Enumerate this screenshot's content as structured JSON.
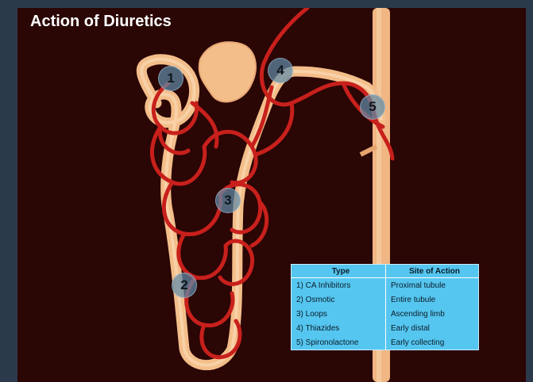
{
  "title": "Action of Diuretics",
  "colors": {
    "background": "#2a0605",
    "tubule": "#f3be8a",
    "vessel": "#c8201c",
    "legend": "#55c6f0"
  },
  "markers": [
    {
      "label": "1",
      "site": "proximal-tubule"
    },
    {
      "label": "2",
      "site": "descending-limb"
    },
    {
      "label": "3",
      "site": "ascending-limb"
    },
    {
      "label": "4",
      "site": "early-distal"
    },
    {
      "label": "5",
      "site": "collecting-duct"
    }
  ],
  "legend": {
    "headers": [
      "Type",
      "Site of Action"
    ],
    "rows": [
      [
        "1) CA Inhibitors",
        "Proximal tubule"
      ],
      [
        "2) Osmotic",
        "Entire tubule"
      ],
      [
        "3) Loops",
        "Ascending limb"
      ],
      [
        "4) Thiazides",
        "Early distal"
      ],
      [
        "5) Spironolactone",
        "Early collecting"
      ]
    ]
  }
}
